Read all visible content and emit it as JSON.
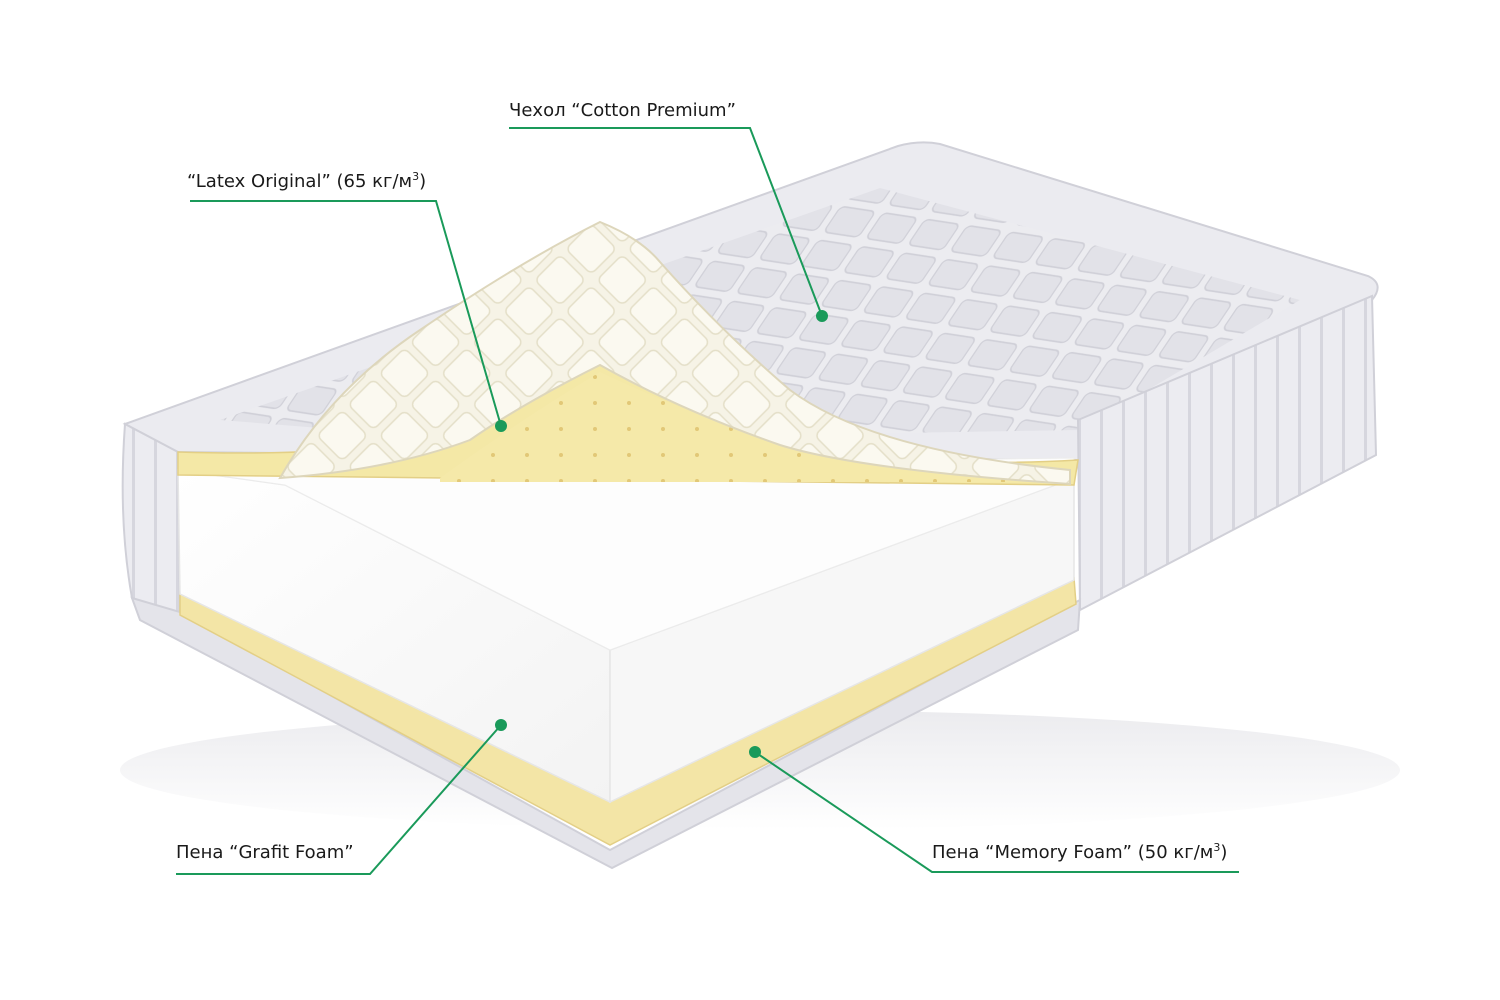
{
  "labels": {
    "cover": {
      "text": "Чехол “Cotton Premium”"
    },
    "latex": {
      "text": "“Latex Original” (65 кг/м",
      "sup": "3",
      "after": ")"
    },
    "grafit": {
      "text": "Пена “Grafit Foam”"
    },
    "memory": {
      "text": "Пена “Memory Foam” (50 кг/м",
      "sup": "3",
      "after": ")"
    }
  },
  "colors": {
    "leader": "#1a9a5a",
    "cover": "#e9e9ee",
    "cover_dark": "#d2d2da",
    "latex": "#f4eab0",
    "latex_light": "#fbf6dc",
    "memory": "#f3e6a8",
    "foam": "#fbfbfb"
  }
}
